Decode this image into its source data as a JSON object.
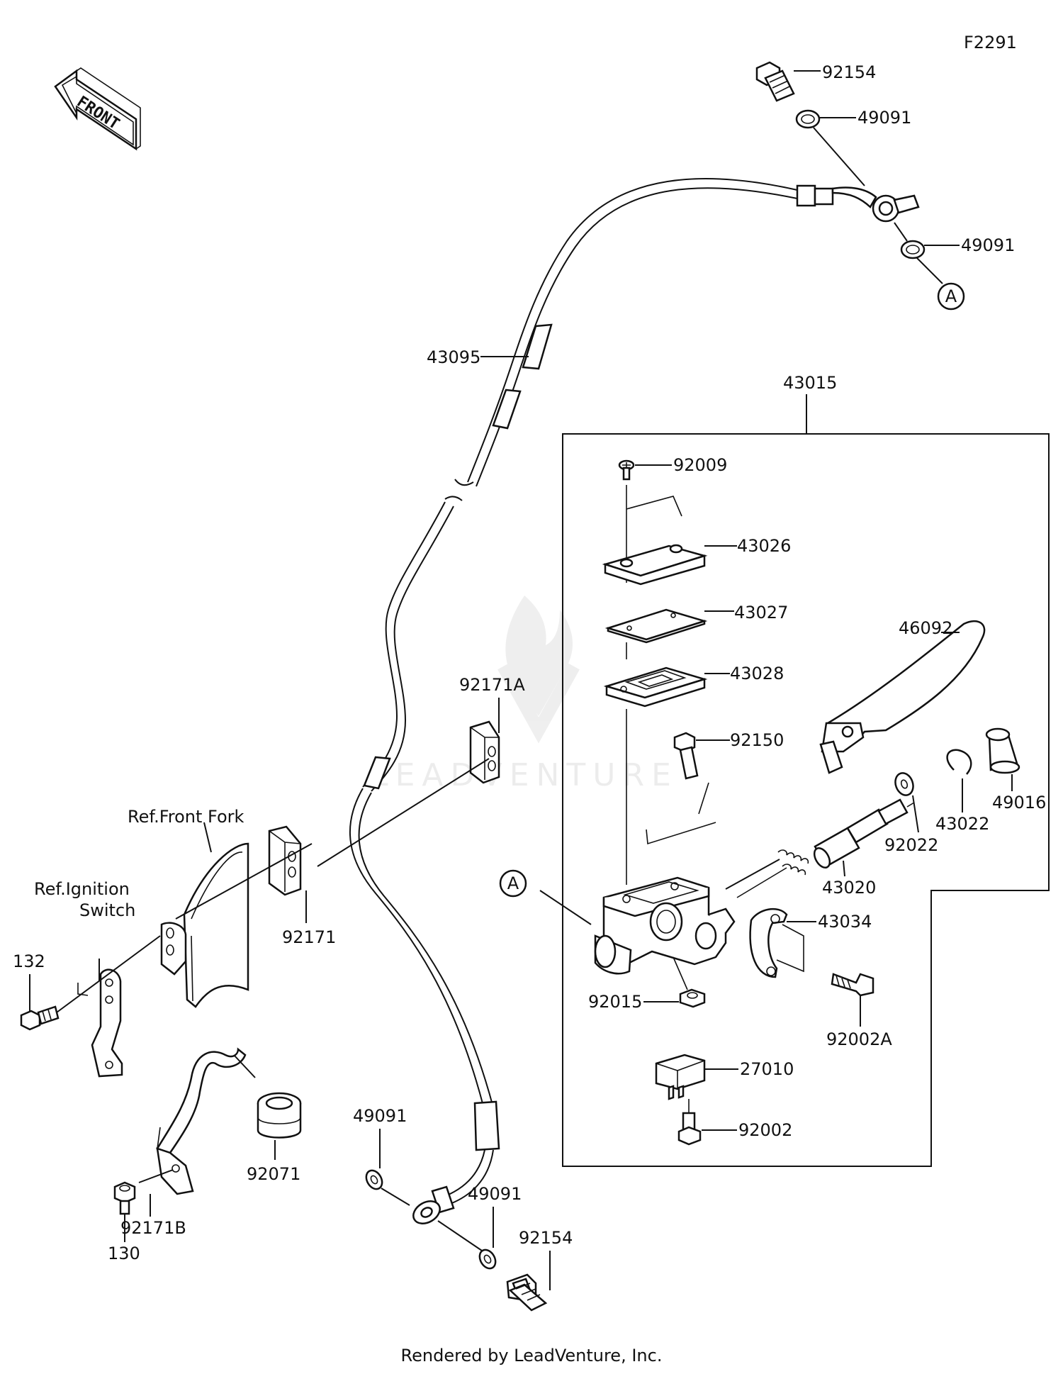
{
  "diagram": {
    "figure_code": "F2291",
    "front_arrow_text": "FRONT",
    "assembly_label": "43015",
    "ref_labels": {
      "front_fork": "Ref.Front Fork",
      "ignition_switch_line1": "Ref.Ignition",
      "ignition_switch_line2": "Switch"
    },
    "callout_marker": "A",
    "parts": {
      "p92154_top": "92154",
      "p49091_top1": "49091",
      "p49091_top2": "49091",
      "p43095": "43095",
      "p92009": "92009",
      "p43026": "43026",
      "p43027": "43027",
      "p43028": "43028",
      "p46092": "46092",
      "p92150": "92150",
      "p92171A": "92171A",
      "p49016": "49016",
      "p43022": "43022",
      "p92022": "92022",
      "p43020": "43020",
      "p43034": "43034",
      "p92015": "92015",
      "p92002A": "92002A",
      "p27010": "27010",
      "p92002": "92002",
      "p92171": "92171",
      "p132": "132",
      "p92071": "92071",
      "p49091_low1": "49091",
      "p49091_low2": "49091",
      "p92154_low": "92154",
      "p92171B": "92171B",
      "p130": "130"
    },
    "watermark": "LEADVENTURE",
    "footer": "Rendered by LeadVenture, Inc."
  }
}
